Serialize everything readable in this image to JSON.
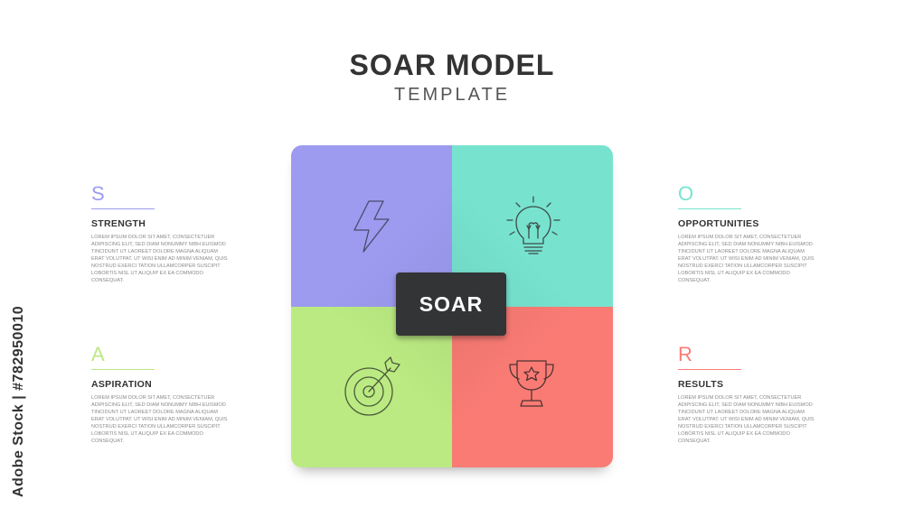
{
  "header": {
    "title": "SOAR MODEL",
    "subtitle": "TEMPLATE"
  },
  "center_label": "SOAR",
  "colors": {
    "strength": "#9d9bf0",
    "opportunities": "#77e3cf",
    "aspiration": "#bbea82",
    "results": "#f97b74"
  },
  "sections": {
    "strength": {
      "letter": "S",
      "heading": "STRENGTH",
      "body": "LOREM IPSUM DOLOR SIT AMET, CONSECTETUER ADIPISCING ELIT, SED DIAM NONUMMY NIBH EUISMOD TINCIDUNT UT LAOREET DOLORE MAGNA ALIQUAM ERAT VOLUTPAT. UT WISI ENIM AD MINIM VENIAM, QUIS NOSTRUD EXERCI TATION ULLAMCORPER SUSCIPIT LOBORTIS NISL UT ALIQUIP EX EA COMMODO CONSEQUAT.",
      "icon": "lightning-icon"
    },
    "opportunities": {
      "letter": "O",
      "heading": "OPPORTUNITIES",
      "body": "LOREM IPSUM DOLOR SIT AMET, CONSECTETUER ADIPISCING ELIT, SED DIAM NONUMMY NIBH EUISMOD TINCIDUNT UT LAOREET DOLORE MAGNA ALIQUAM ERAT VOLUTPAT. UT WISI ENIM AD MINIM VENIAM, QUIS NOSTRUD EXERCI TATION ULLAMCORPER SUSCIPIT LOBORTIS NISL UT ALIQUIP EX EA COMMODO CONSEQUAT.",
      "icon": "lightbulb-icon"
    },
    "aspiration": {
      "letter": "A",
      "heading": "ASPIRATION",
      "body": "LOREM IPSUM DOLOR SIT AMET, CONSECTETUER ADIPISCING ELIT, SED DIAM NONUMMY NIBH EUISMOD TINCIDUNT UT LAOREET DOLORE MAGNA ALIQUAM ERAT VOLUTPAT. UT WISI ENIM AD MINIM VENIAM, QUIS NOSTRUD EXERCI TATION ULLAMCORPER SUSCIPIT LOBORTIS NISL UT ALIQUIP EX EA COMMODO CONSEQUAT.",
      "icon": "target-icon"
    },
    "results": {
      "letter": "R",
      "heading": "RESULTS",
      "body": "LOREM IPSUM DOLOR SIT AMET, CONSECTETUER ADIPISCING ELIT, SED DIAM NONUMMY NIBH EUISMOD TINCIDUNT UT LAOREET DOLORE MAGNA ALIQUAM ERAT VOLUTPAT. UT WISI ENIM AD MINIM VENIAM, QUIS NOSTRUD EXERCI TATION ULLAMCORPER SUSCIPIT LOBORTIS NISL UT ALIQUIP EX EA COMMODO CONSEQUAT.",
      "icon": "trophy-icon"
    }
  },
  "stock_id": "Adobe Stock | #782950010"
}
